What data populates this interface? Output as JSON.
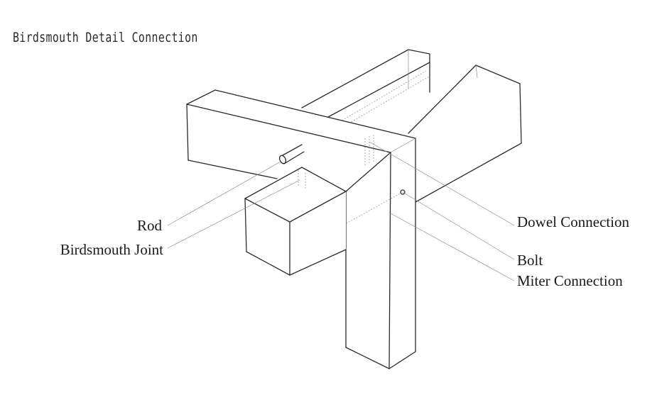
{
  "diagram": {
    "title": "Birdsmouth Detail Connection",
    "labels": {
      "rod": "Rod",
      "birdsmouth_joint": "Birdsmouth Joint",
      "dowel_connection": "Dowel Connection",
      "bolt": "Bolt",
      "miter_connection": "Miter Connection"
    },
    "colors": {
      "line": "#2b2b2b",
      "leader": "#8c8c8c",
      "text": "#1a1a1a",
      "background": "#ffffff"
    }
  }
}
